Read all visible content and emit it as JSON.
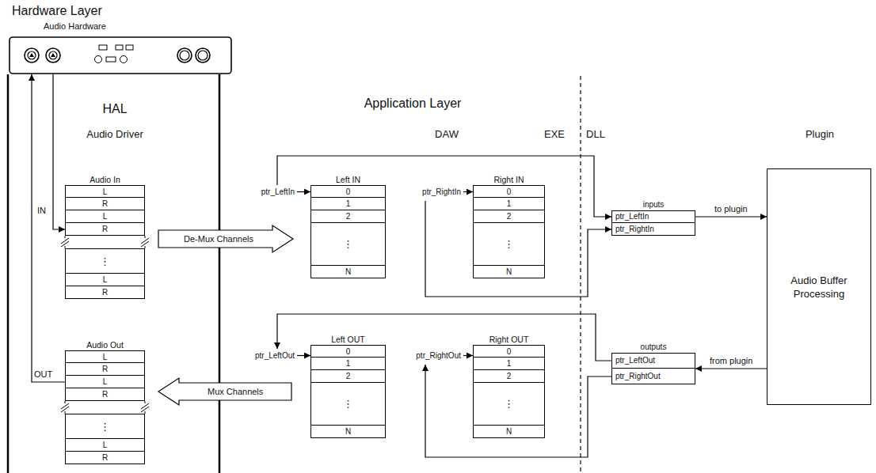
{
  "diagram": {
    "nodes": [
      {
        "text": [
          "Hardware Layer",
          "Audio Hardware"
        ]
      },
      {
        "text": [
          "Audio In",
          "L",
          "R",
          "L",
          "R",
          "⋮",
          "L",
          "R"
        ]
      },
      {
        "text": [
          "Audio Out",
          "L",
          "R",
          "L",
          "R",
          "⋮",
          "L",
          "R"
        ]
      },
      {
        "text": [
          "Left IN",
          "0",
          "1",
          "2",
          "⋮",
          "N"
        ]
      },
      {
        "text": [
          "Right IN",
          "0",
          "1",
          "2",
          "⋮",
          "N"
        ]
      },
      {
        "text": [
          "Left OUT",
          "0",
          "1",
          "2",
          "⋮",
          "N"
        ]
      },
      {
        "text": [
          "Right OUT",
          "0",
          "1",
          "2",
          "⋮",
          "N"
        ]
      },
      {
        "text": [
          "inputs"
        ]
      },
      {
        "text": [
          "ptr_LeftIn"
        ],
        "in": 7
      },
      {
        "text": [
          "ptr_RightIn"
        ],
        "in": 7
      },
      {
        "text": [
          "outputs"
        ]
      },
      {
        "text": [
          "ptr_LeftOut"
        ],
        "in": 10
      },
      {
        "text": [
          "ptr_RightOut"
        ],
        "in": 10
      },
      {
        "text": [
          "Audio Buffer Processing"
        ]
      }
    ],
    "edges": [
      {
        "from": 0,
        "to": 1,
        "arrow": "to",
        "label": "IN"
      },
      {
        "from": 2,
        "to": 0,
        "arrow": "to",
        "label": "OUT"
      },
      {
        "from": 1,
        "to": 3,
        "arrow": "to",
        "label": "De-Mux Channels"
      },
      {
        "from": 5,
        "to": 2,
        "arrow": "to",
        "label": "Mux Channels"
      },
      {
        "from": 3,
        "to": 8,
        "arrow": "to"
      },
      {
        "from": 4,
        "to": 9,
        "arrow": "to"
      },
      {
        "from": 7,
        "to": 13,
        "arrow": "to",
        "label": "to plugin"
      },
      {
        "from": 13,
        "to": 10,
        "arrow": "to",
        "label": "from plugin"
      },
      {
        "from": 11,
        "to": 5,
        "arrow": "to"
      },
      {
        "from": 12,
        "to": 6,
        "arrow": "to"
      }
    ],
    "labels": [
      "HAL",
      "Audio Driver",
      "Application Layer",
      "DAW",
      "EXE",
      "DLL",
      "Plugin",
      "ptr_LeftIn",
      "ptr_RightIn",
      "ptr_LeftOut",
      "ptr_RightOut"
    ]
  }
}
